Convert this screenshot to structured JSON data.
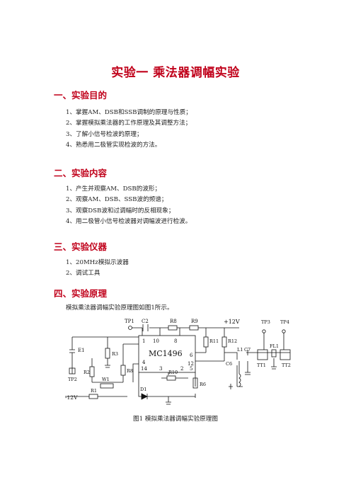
{
  "doc": {
    "title": "实验一  乘法器调幅实验",
    "sections": [
      {
        "heading": "一、实验目的",
        "items": [
          "1、掌握AM、DSB和SSB调制的原理与性质；",
          "2、掌握模拟乘法器的工作原理及其调整方法；",
          "3、了解小信号检波的原理；",
          "4、熟悉用二极管实现检波的方法。"
        ]
      },
      {
        "heading": "二、实验内容",
        "items": [
          "1、产生并观察AM、DSB的波形；",
          "2、观察AM、DSB、SSB波的频谱；",
          "3、观察DSB波和过调幅时的反相现象；",
          "4、用二极管小信号检波器对调幅波进行检波。"
        ]
      },
      {
        "heading": "三、实验仪器",
        "items": [
          "1、20MHz模拟示波器",
          "2、调试工具"
        ]
      },
      {
        "heading": "四、实验原理",
        "paragraph": "模拟乘法器调幅实验原理图如图1所示。"
      }
    ],
    "caption": "图1   模拟乘法器调幅实验原理图"
  },
  "circuit": {
    "chip": "MC1496",
    "pins": [
      "1",
      "10",
      "8",
      "6",
      "12",
      "4",
      "14",
      "3",
      "2",
      "5"
    ],
    "labels": {
      "tp1": "TP1",
      "c2": "C2",
      "r8_top": "R8",
      "r9": "R9",
      "vcc": "+12V",
      "tp3": "TP3",
      "tp4": "TP4",
      "e1": "E1",
      "r3": "R3",
      "r11": "R11",
      "r12": "R12",
      "l1": "L1",
      "c7": "C7",
      "fl1": "FL1",
      "c6": "C6",
      "tt1": "TT1",
      "tt2": "TT2",
      "r2": "R2",
      "r8_low": "R8",
      "tp2": "TP2",
      "w1": "W1",
      "r10": "R10",
      "r6": "R6",
      "d1": "D1",
      "vee": "-12V",
      "r1": "R1"
    }
  }
}
